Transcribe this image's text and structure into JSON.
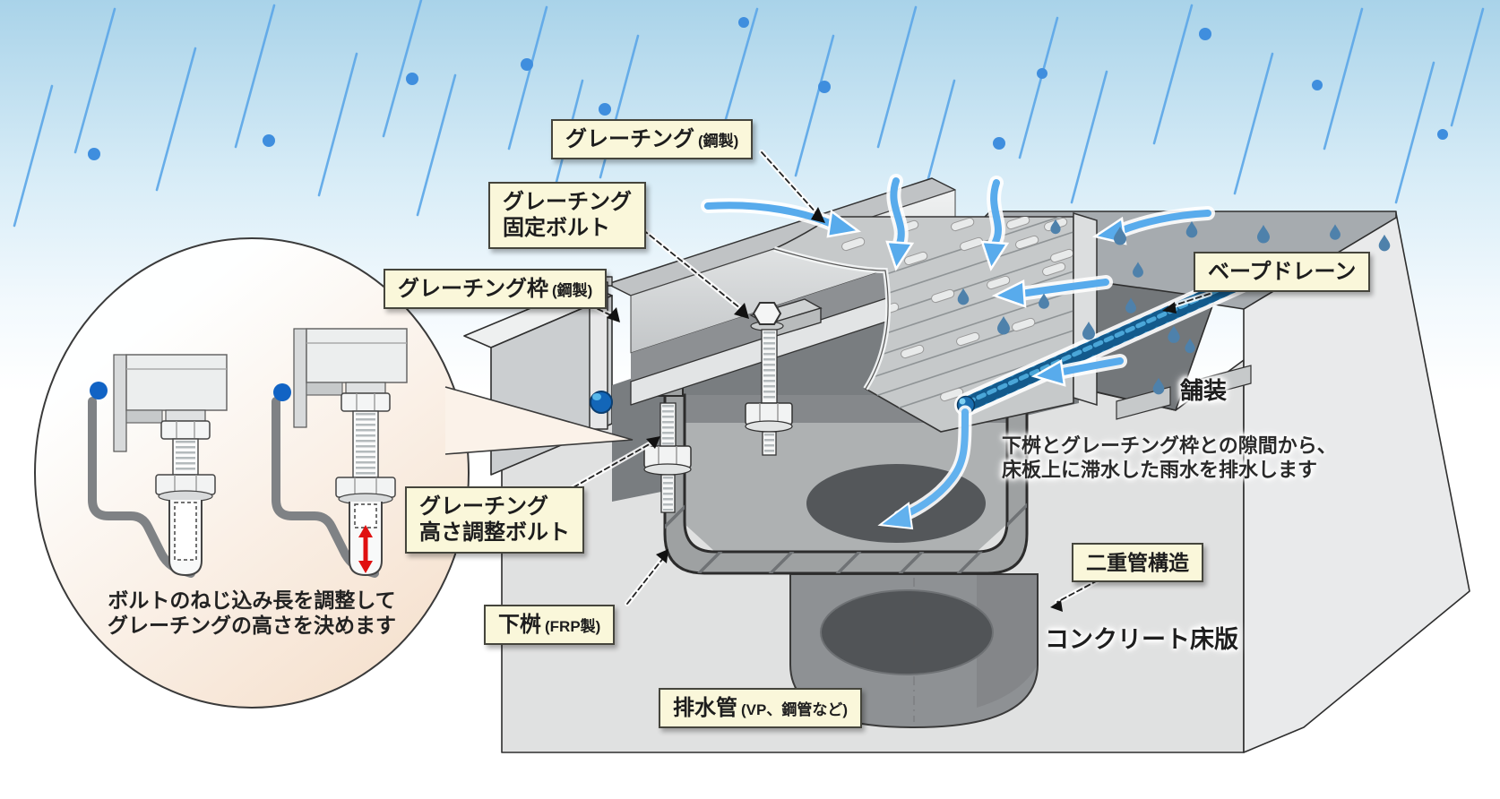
{
  "labels": {
    "grating": {
      "main": "グレーチング",
      "sub": "(鋼製)"
    },
    "fixing_bolt": {
      "line1": "グレーチング",
      "line2": "固定ボルト"
    },
    "frame": {
      "main": "グレーチング枠",
      "sub": "(鋼製)"
    },
    "vape_drain": {
      "main": "ベープドレーン"
    },
    "height_bolt": {
      "line1": "グレーチング",
      "line2": "高さ調整ボルト"
    },
    "lower_basin": {
      "main": "下桝",
      "sub": "(FRP製)"
    },
    "drain_pipe": {
      "main": "排水管",
      "sub": "(VP、鋼管など)"
    },
    "double_pipe": {
      "main": "二重管構造"
    }
  },
  "annotations": {
    "pavement": "舗装",
    "concrete_slab": "コンクリート床版",
    "drain_note_line1": "下桝とグレーチング枠との隙間から、",
    "drain_note_line2": "床板上に滞水した雨水を排水します",
    "inset_caption_line1": "ボルトのねじ込み長を調整して",
    "inset_caption_line2": "グレーチングの高さを決めます"
  },
  "colors": {
    "label_background": "#faf7da",
    "label_border": "#45453c",
    "rain_blue": "#5ea8e8",
    "water_arrow_blue": "#58abec",
    "vape_drain_blue": "#2a85bd",
    "droplet_blue": "#4e81ab",
    "marker_dot_blue": "#1163c4",
    "adjust_arrow_red": "#e01010",
    "concrete_light": "#e0e1e1",
    "pavement_dark": "#6e7276",
    "basin_gray": "#9ea1a2",
    "inset_peach": "#f7e6d6"
  }
}
